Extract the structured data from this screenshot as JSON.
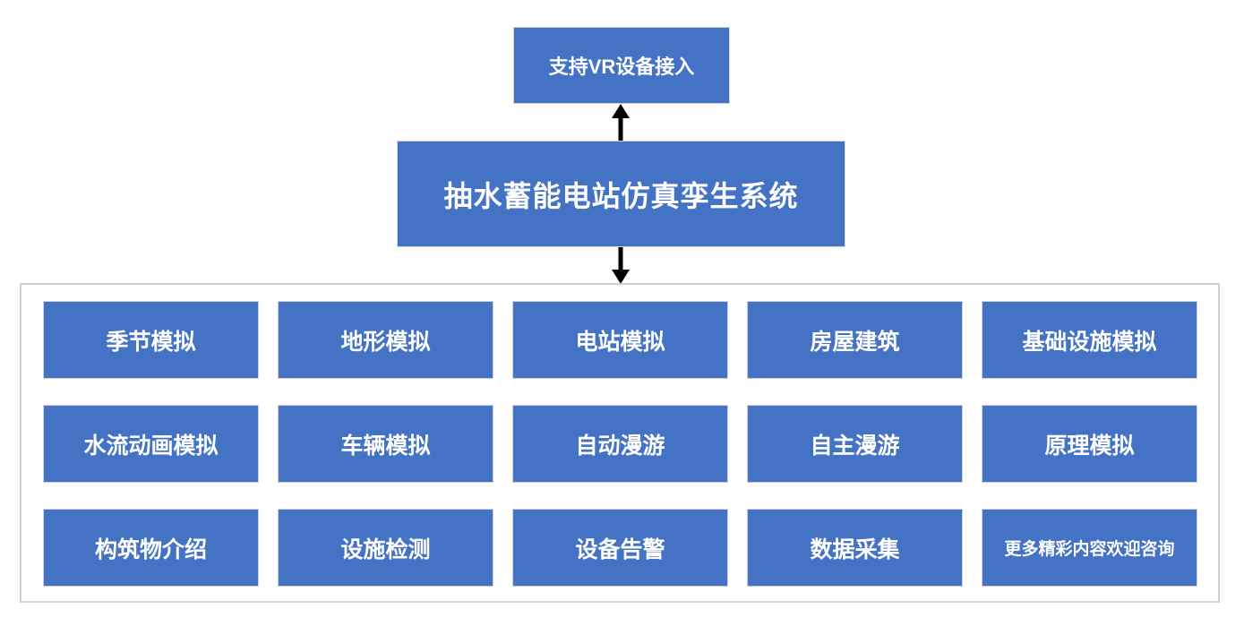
{
  "diagram": {
    "top_box": {
      "label": "支持VR设备接入"
    },
    "main_box": {
      "label": "抽水蓄能电站仿真孪生系统"
    },
    "modules": [
      {
        "label": "季节模拟"
      },
      {
        "label": "地形模拟"
      },
      {
        "label": "电站模拟"
      },
      {
        "label": "房屋建筑"
      },
      {
        "label": "基础设施模拟"
      },
      {
        "label": "水流动画模拟"
      },
      {
        "label": "车辆模拟"
      },
      {
        "label": "自动漫游"
      },
      {
        "label": "自主漫游"
      },
      {
        "label": "原理模拟"
      },
      {
        "label": "构筑物介绍"
      },
      {
        "label": "设施检测"
      },
      {
        "label": "设备告警"
      },
      {
        "label": "数据采集"
      },
      {
        "label": "更多精彩内容欢迎咨询"
      }
    ],
    "colors": {
      "box_fill": "#4472C4",
      "box_border": "#D2D1CB",
      "frame_border": "#D1D1D1",
      "arrow": "#000000",
      "text": "#FFFFFF"
    }
  }
}
